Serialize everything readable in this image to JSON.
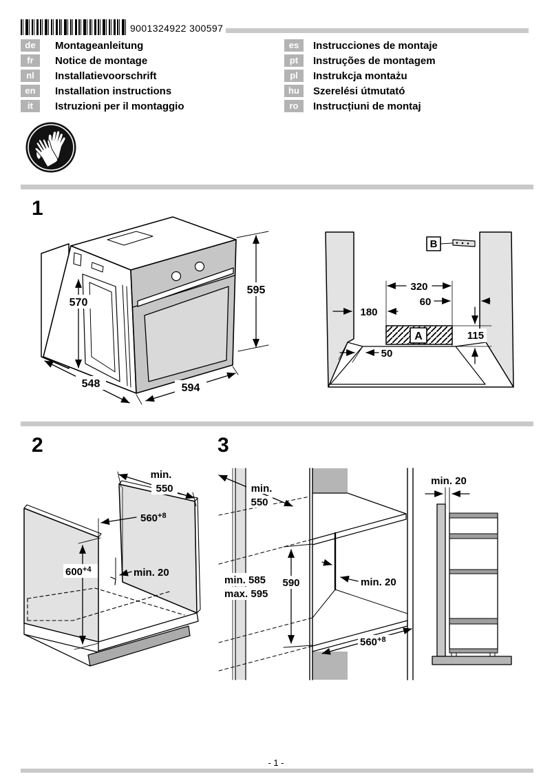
{
  "header": {
    "barcode_number": "9001324922  300597",
    "languages_left": [
      {
        "code": "de",
        "title": "Montageanleitung"
      },
      {
        "code": "fr",
        "title": "Notice de montage"
      },
      {
        "code": "nl",
        "title": "Installatievoorschrift"
      },
      {
        "code": "en",
        "title": "Installation instructions"
      },
      {
        "code": "it",
        "title": "Istruzioni per il montaggio"
      }
    ],
    "languages_right": [
      {
        "code": "es",
        "title": "Instrucciones de montaje"
      },
      {
        "code": "pt",
        "title": "Instruções de montagem"
      },
      {
        "code": "pl",
        "title": "Instrukcja montażu"
      },
      {
        "code": "hu",
        "title": "Szerelési útmutató"
      },
      {
        "code": "ro",
        "title": "Instrucțiuni de montaj"
      }
    ],
    "safety_icon": "wear-protective-gloves"
  },
  "figures": {
    "fig1": {
      "number": "1",
      "oven": {
        "height": "595",
        "door_height": "570",
        "body_depth": "548",
        "width": "594"
      },
      "niche": {
        "vent_width": "320",
        "gap_right": "60",
        "gap_left": "180",
        "vent_height": "115",
        "plinth_recess": "50",
        "label_vent": "A",
        "label_bracket": "B"
      }
    },
    "fig2": {
      "number": "2",
      "min_word": "min.",
      "depth": "550",
      "width": "560",
      "width_tol": "+8",
      "height": "600",
      "height_tol": "+4",
      "rear_gap": "min. 20"
    },
    "fig3": {
      "number": "3",
      "min_word": "min.",
      "depth": "550",
      "height_min": "min. 585",
      "height_max": "max. 595",
      "inner_height": "590",
      "rear_gap": "min. 20",
      "width": "560",
      "width_tol": "+8",
      "wall_gap": "min. 20"
    }
  },
  "footer": {
    "page_number": "- 1 -"
  },
  "colors": {
    "separator": "#c9c9c9",
    "lang_code_bg": "#b3b3b3",
    "panel_gray": "#e2e2e2",
    "oven_front": "#c6c6c6",
    "dark_gray": "#9e9e9e"
  }
}
